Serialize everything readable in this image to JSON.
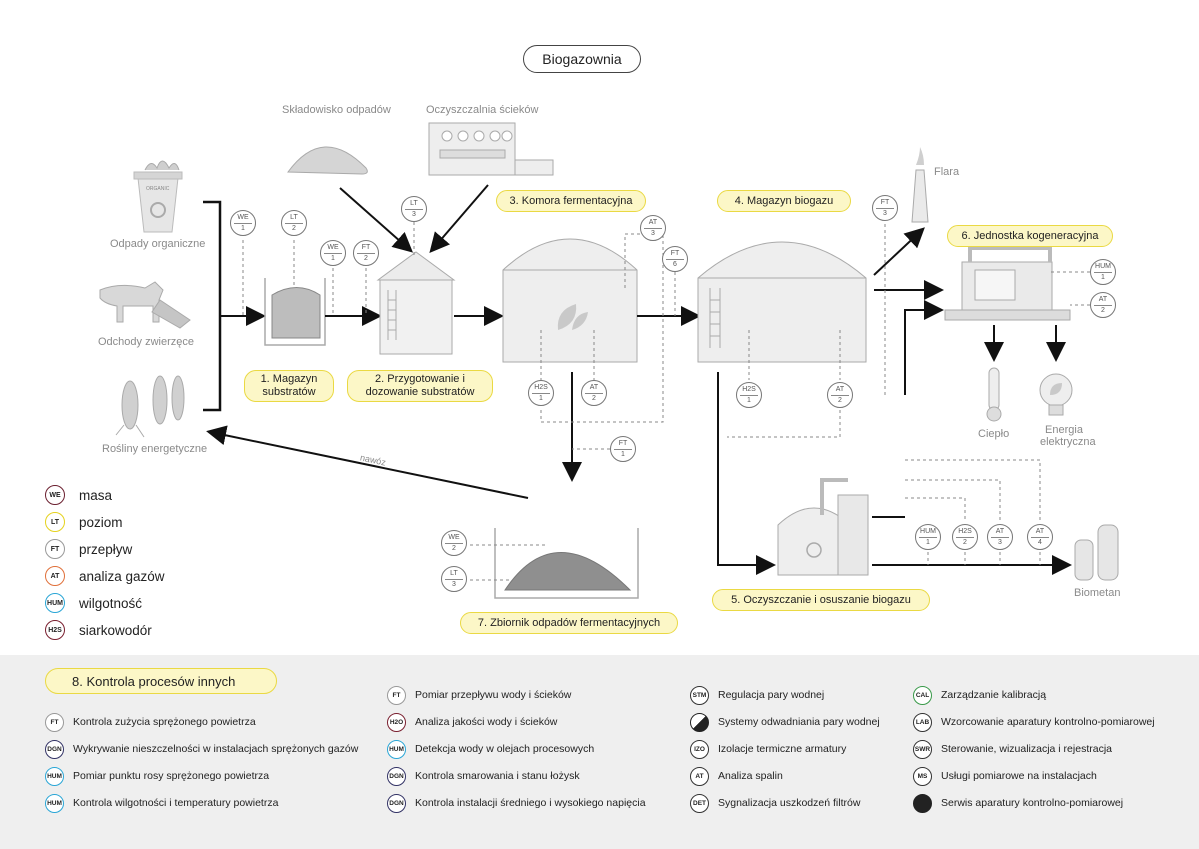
{
  "title": "Biogazownia",
  "sources": {
    "organic": "Odpady organiczne",
    "animal": "Odchody zwierzęce",
    "plants": "Rośliny energetyczne",
    "landfill": "Składowisko odpadów",
    "sewage": "Oczyszczalnia ścieków",
    "bin_label": "ORGANIC"
  },
  "steps": {
    "s1": "1. Magazyn substratów",
    "s2": "2. Przygotowanie i dozowanie substratów",
    "s3": "3. Komora fermentacyjna",
    "s4": "4. Magazyn biogazu",
    "s5": "5. Oczyszczanie i osuszanie biogazu",
    "s6": "6. Jednostka kogeneracyjna",
    "s7": "7. Zbiornik odpadów fermentacyjnych"
  },
  "outputs": {
    "flara": "Flara",
    "cieplo": "Ciepło",
    "energia": "Energia elektryczna",
    "biometan": "Biometan",
    "nawoz": "nawóz"
  },
  "instruments": [
    {
      "id": "we1a",
      "tag": "WE",
      "num": "1"
    },
    {
      "id": "lt2a",
      "tag": "LT",
      "num": "2"
    },
    {
      "id": "lt3a",
      "tag": "LT",
      "num": "3"
    },
    {
      "id": "we1b",
      "tag": "WE",
      "num": "1"
    },
    {
      "id": "ft2a",
      "tag": "FT",
      "num": "2"
    },
    {
      "id": "at3a",
      "tag": "AT",
      "num": "3"
    },
    {
      "id": "ft6a",
      "tag": "FT",
      "num": "6"
    },
    {
      "id": "h2s1a",
      "tag": "H2S",
      "num": "1"
    },
    {
      "id": "at2a",
      "tag": "AT",
      "num": "2"
    },
    {
      "id": "ft1a",
      "tag": "FT",
      "num": "1"
    },
    {
      "id": "h2s1b",
      "tag": "H2S",
      "num": "1"
    },
    {
      "id": "at2b",
      "tag": "AT",
      "num": "2"
    },
    {
      "id": "ft3a",
      "tag": "FT",
      "num": "3"
    },
    {
      "id": "hum1a",
      "tag": "HUM",
      "num": "1"
    },
    {
      "id": "at2c",
      "tag": "AT",
      "num": "2"
    },
    {
      "id": "we2a",
      "tag": "WE",
      "num": "2"
    },
    {
      "id": "lt3b",
      "tag": "LT",
      "num": "3"
    },
    {
      "id": "hum1b",
      "tag": "HUM",
      "num": "1"
    },
    {
      "id": "h2s2a",
      "tag": "H2S",
      "num": "2"
    },
    {
      "id": "at3b",
      "tag": "AT",
      "num": "3"
    },
    {
      "id": "at4a",
      "tag": "AT",
      "num": "4"
    }
  ],
  "legend": [
    {
      "tag": "WE",
      "label": "masa",
      "color": "#6b2030"
    },
    {
      "tag": "LT",
      "label": "poziom",
      "color": "#e5d21e"
    },
    {
      "tag": "FT",
      "label": "przepływ",
      "color": "#999999"
    },
    {
      "tag": "AT",
      "label": "analiza gazów",
      "color": "#e0703a"
    },
    {
      "tag": "HUM",
      "label": "wilgotność",
      "color": "#2aa6d6"
    },
    {
      "tag": "H2S",
      "label": "siarkowodór",
      "color": "#7a2030"
    }
  ],
  "bottom": {
    "title": "8. Kontrola procesów innych",
    "col1": [
      {
        "tag": "FT",
        "label": "Kontrola zużycia sprężonego powietrza",
        "color": "#999999"
      },
      {
        "tag": "DGN",
        "label": "Wykrywanie nieszczelności w instalacjach sprężonych gazów",
        "color": "#333366"
      },
      {
        "tag": "HUM",
        "label": "Pomiar punktu rosy sprężonego powietrza",
        "color": "#2aa6d6"
      },
      {
        "tag": "HUM",
        "label": "Kontrola wilgotności i temperatury powietrza",
        "color": "#2aa6d6"
      }
    ],
    "col2": [
      {
        "tag": "FT",
        "label": "Pomiar przepływu wody i ścieków",
        "color": "#999999"
      },
      {
        "tag": "H2O",
        "label": "Analiza jakości wody i ścieków",
        "color": "#7a2030"
      },
      {
        "tag": "HUM",
        "label": "Detekcja wody w olejach procesowych",
        "color": "#2aa6d6"
      },
      {
        "tag": "DGN",
        "label": "Kontrola smarowania i stanu łożysk",
        "color": "#333366"
      },
      {
        "tag": "DGN",
        "label": "Kontrola instalacji średniego i wysokiego napięcia",
        "color": "#333366"
      }
    ],
    "col3": [
      {
        "tag": "STM",
        "label": "Regulacja pary wodnej",
        "color": "#333333"
      },
      {
        "tag": "",
        "label": "Systemy odwadniania pary wodnej",
        "color": "#222222"
      },
      {
        "tag": "IZO",
        "label": "Izolacje termiczne armatury",
        "color": "#333333"
      },
      {
        "tag": "AT",
        "label": "Analiza spalin",
        "color": "#333333"
      },
      {
        "tag": "DET",
        "label": "Sygnalizacja uszkodzeń filtrów",
        "color": "#333333"
      }
    ],
    "col4": [
      {
        "tag": "CAL",
        "label": "Zarządzanie kalibracją",
        "color": "#3a9a4a"
      },
      {
        "tag": "LAB",
        "label": "Wzorcowanie aparatury kontrolno-pomiarowej",
        "color": "#333333"
      },
      {
        "tag": "SWR",
        "label": "Sterowanie, wizualizacja i rejestracja",
        "color": "#333333"
      },
      {
        "tag": "MS",
        "label": "Usługi pomiarowe na instalacjach",
        "color": "#333333"
      },
      {
        "tag": "",
        "label": "Serwis aparatury kontrolno-pomiarowej",
        "color": "#222222"
      }
    ]
  }
}
